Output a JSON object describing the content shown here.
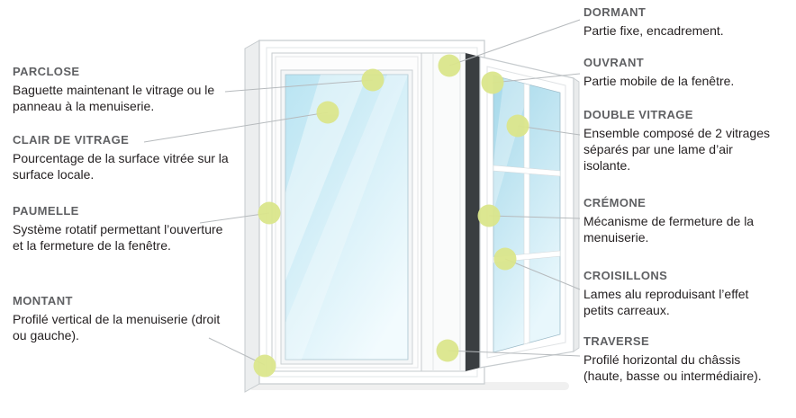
{
  "colors": {
    "marker": "#dbe68c",
    "heading": "#5f6063",
    "body": "#231f20",
    "line": "#b6babd",
    "frame-stroke": "#c6cbce",
    "frame-fill": "#ffffff",
    "gap-dark": "#3a3e41",
    "glass-top": "#b9e4f2",
    "glass-bottom": "#f2fbfe",
    "glass2-top": "#a4d8ea",
    "glass2-bottom": "#e8f7fc"
  },
  "labels": {
    "left": [
      {
        "title": "PARCLOSE",
        "desc": "Baguette maintenant le vitrage ou le panneau à la menuiserie."
      },
      {
        "title": "CLAIR DE VITRAGE",
        "desc": "Pourcentage de la surface vitrée sur la surface locale."
      },
      {
        "title": "PAUMELLE",
        "desc": "Système rotatif permettant l’ouverture et la fermeture de la fenêtre."
      },
      {
        "title": "MONTANT",
        "desc": "Profilé vertical de la menuiserie (droit ou gauche)."
      }
    ],
    "right": [
      {
        "title": "DORMANT",
        "desc": "Partie fixe, encadrement."
      },
      {
        "title": "OUVRANT",
        "desc": "Partie mobile de la fenêtre."
      },
      {
        "title": "DOUBLE VITRAGE",
        "desc": "Ensemble composé de 2 vitrages séparés par une lame d’air isolante."
      },
      {
        "title": "CRÉMONE",
        "desc": "Mécanisme de fermeture de la menuiserie."
      },
      {
        "title": "CROISILLONS",
        "desc": "Lames alu reproduisant l’effet petits carreaux."
      },
      {
        "title": "TRAVERSE",
        "desc": "Profilé horizontal du châssis (haute, basse ou intermédiaire)."
      }
    ]
  }
}
